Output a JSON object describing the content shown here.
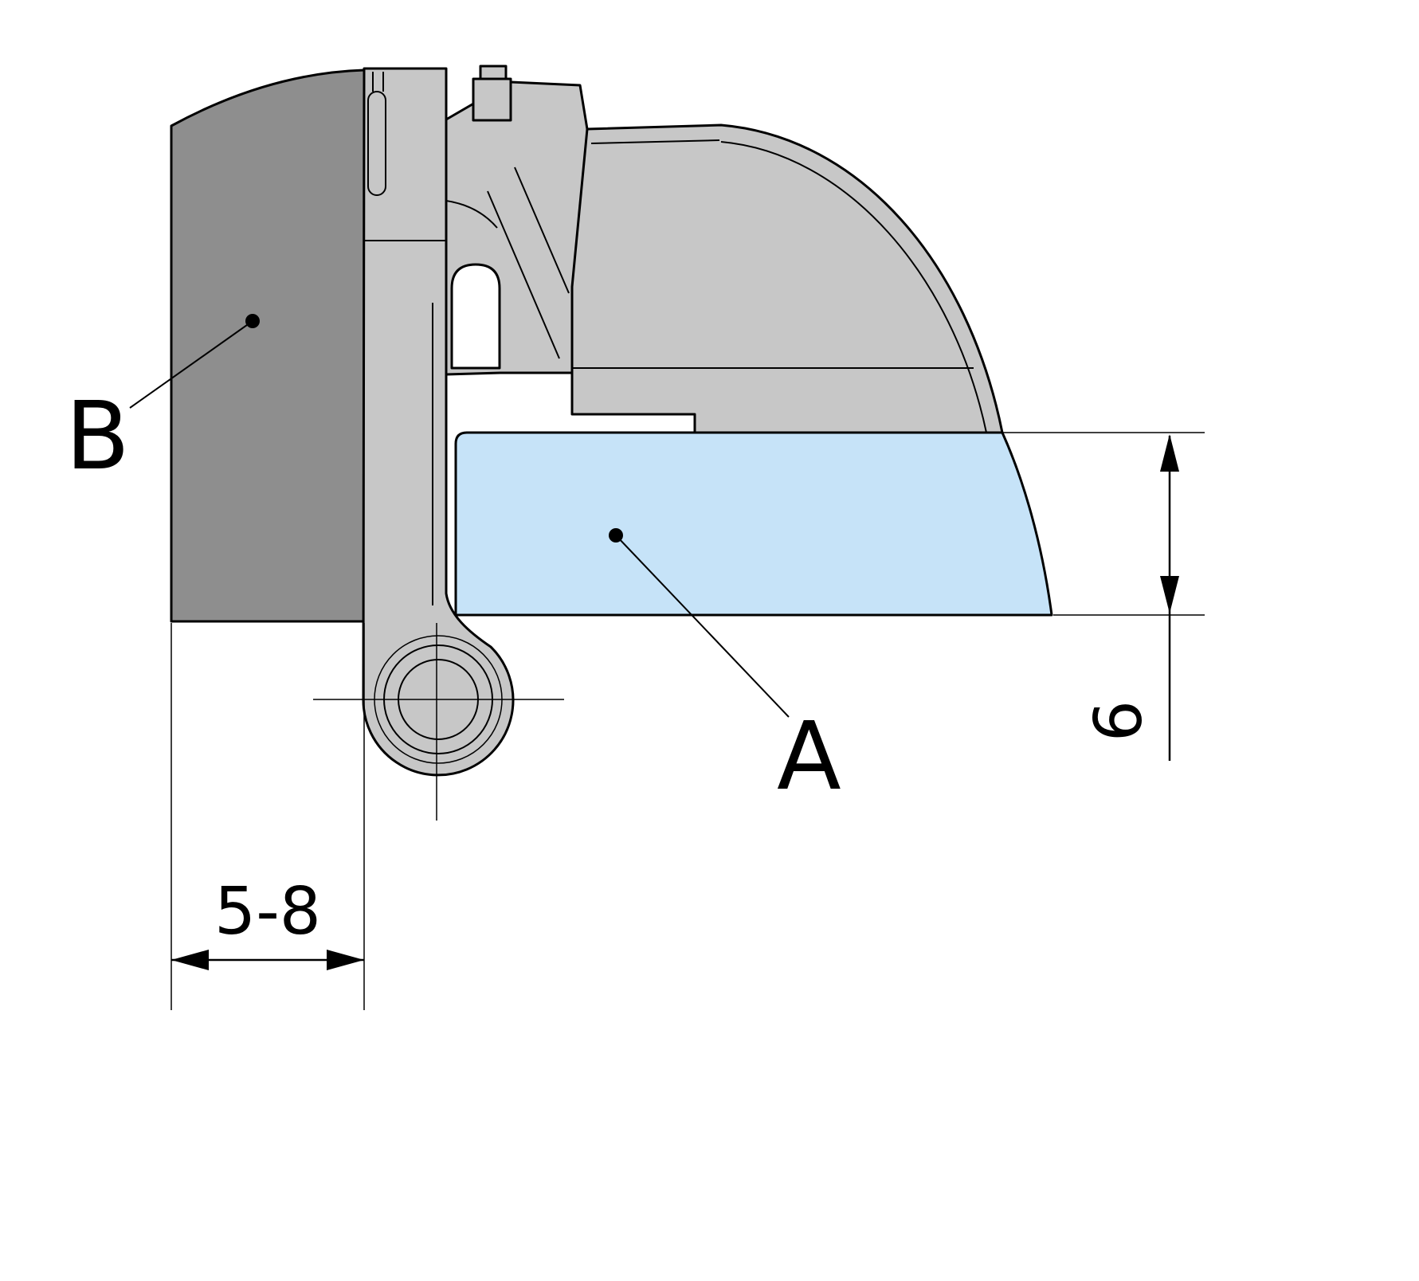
{
  "diagram": {
    "labels": {
      "part_a": "A",
      "part_b": "B"
    },
    "dimensions": {
      "frame_gap": "5-8",
      "panel_overlay": "6"
    },
    "colors": {
      "background": "#ffffff",
      "line": "#000000",
      "frame_fill": "#8e8e8e",
      "hinge_fill": "#c7c7c7",
      "panel_fill": "#c6e3f8"
    }
  }
}
